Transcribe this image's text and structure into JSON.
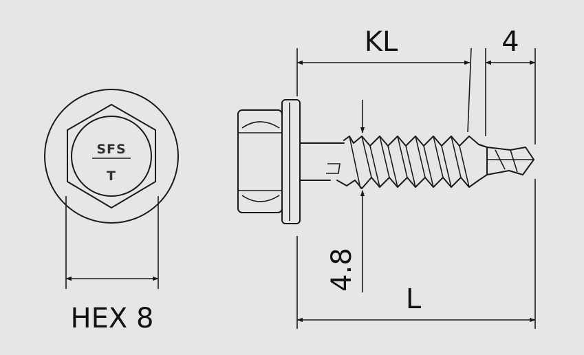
{
  "diagram": {
    "logo": {
      "top": "SFS",
      "bottom": "T"
    },
    "hex_label": "HEX 8",
    "dim_kl": "KL",
    "dim_tip": "4",
    "dim_diameter": "4.8",
    "dim_length": "L",
    "colors": {
      "background": "#e6e6e6",
      "line": "#1a1a1a"
    }
  }
}
